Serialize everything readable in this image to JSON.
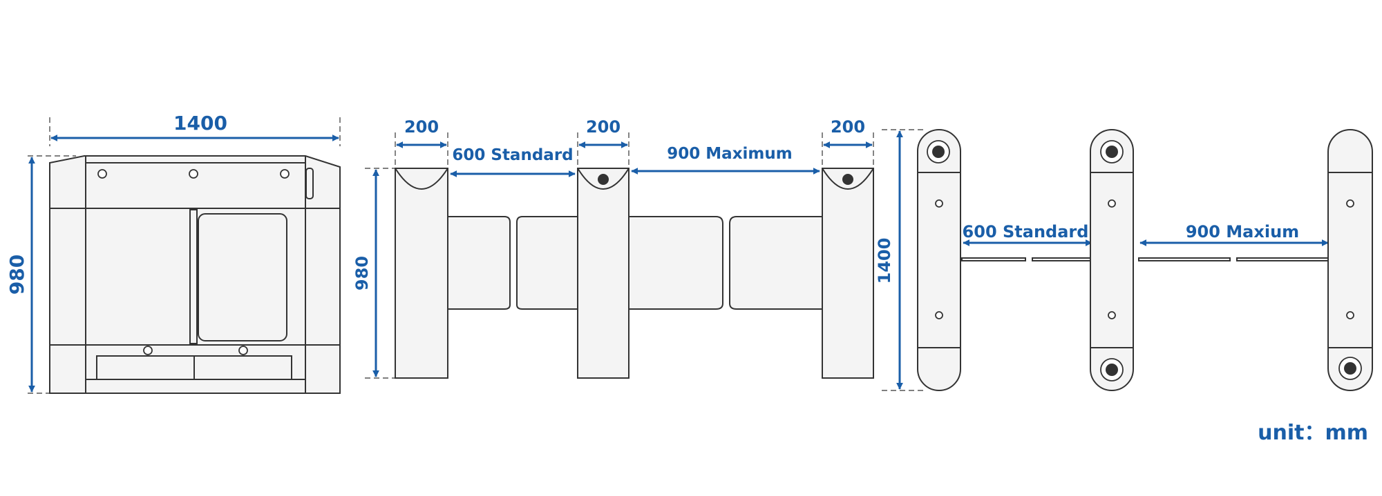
{
  "colors": {
    "dimension": "#1a5ea8",
    "outline": "#333333"
  },
  "front_view": {
    "width_label": "1400",
    "height_label": "980"
  },
  "side_view": {
    "post_width_labels": [
      "200",
      "200",
      "200"
    ],
    "gap_standard_label": "600 Standard",
    "gap_maximum_label": "900 Maximum",
    "height_label": "980"
  },
  "top_view": {
    "length_label": "1400",
    "gap_standard_label": "600 Standard",
    "gap_maximum_label": "900 Maxium"
  },
  "unit_label": "unit：mm"
}
